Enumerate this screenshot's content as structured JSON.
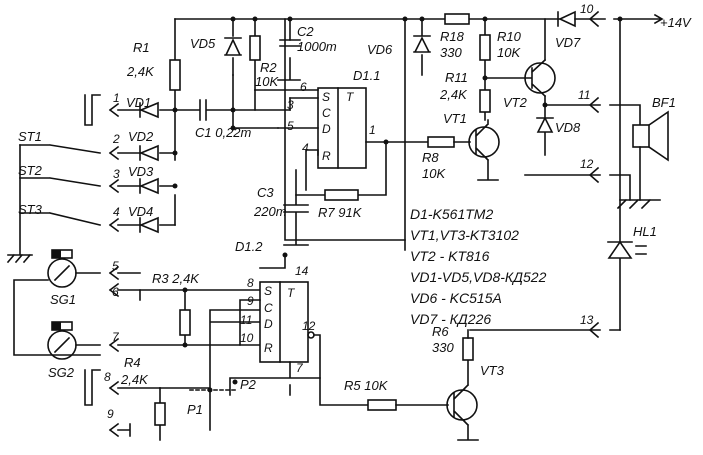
{
  "supply": "+14V",
  "connectors": {
    "c1": "1",
    "c2": "2",
    "c3": "3",
    "c4": "4",
    "c5": "5",
    "c6": "6",
    "c7": "7",
    "c8": "8",
    "c9": "9",
    "c10": "10",
    "c11": "11",
    "c12": "12",
    "c13": "13"
  },
  "components": {
    "R1": "R1",
    "R1v": "2,4K",
    "R2": "R2",
    "R2v": "10K",
    "C2": "C2",
    "C2v": "1000m",
    "VD5": "VD5",
    "VD6": "VD6",
    "VD7": "VD7",
    "VD8": "VD8",
    "R18": "R18",
    "R18v": "330",
    "R10": "R10",
    "R10v": "10K",
    "R11": "R11",
    "R11v": "2,4K",
    "VT1": "VT1",
    "VT2": "VT2",
    "VT3": "VT3",
    "BF1": "BF1",
    "HL1": "HL1",
    "D11": "D1.1",
    "D12": "D1.2",
    "C1": "C1 0,22m",
    "C3": "C3",
    "C3v": "220m",
    "R7": "R7 91K",
    "R8": "R8",
    "R8v": "10K",
    "R3": "R3 2,4K",
    "R4": "R4",
    "R4v": "2,4K",
    "R5": "R5 10K",
    "R6": "R6",
    "R6v": "330",
    "VD1": "VD1",
    "VD2": "VD2",
    "VD3": "VD3",
    "VD4": "VD4",
    "ST1": "ST1",
    "ST2": "ST2",
    "ST3": "ST3",
    "SG1": "SG1",
    "SG2": "SG2",
    "P1": "P1",
    "P2": "P2"
  },
  "chip_pins": {
    "d11": {
      "S": "S",
      "C": "C",
      "D": "D",
      "R": "R",
      "T": "T",
      "p6": "6",
      "p3": "3",
      "p5": "5",
      "p4": "4",
      "p1": "1"
    },
    "d12": {
      "S": "S",
      "C": "C",
      "D": "D",
      "R": "R",
      "T": "T",
      "p8": "8",
      "p9": "9",
      "p11": "11",
      "p10": "10",
      "p14": "14",
      "p12": "12",
      "p7": "7"
    }
  },
  "legend": [
    "D1-K561TM2",
    "VT1,VT3-KT3102",
    "VT2 - KT816",
    "VD1-VD5,VD8-КД522",
    "VD6 - KC515A",
    "VD7 - КД226"
  ]
}
